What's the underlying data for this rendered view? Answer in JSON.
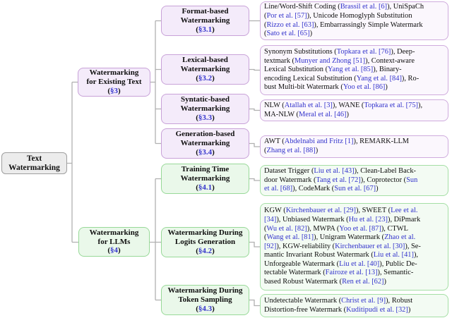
{
  "root": {
    "lines": [
      "Text",
      "Watermarking"
    ]
  },
  "branches": [
    {
      "lines": [
        "Watermarking",
        "for Existing Text"
      ],
      "section": [
        {
          "t": "("
        },
        {
          "t": "§3",
          "link": true
        },
        {
          "t": ")"
        }
      ]
    },
    {
      "lines": [
        "Watermarking",
        "for LLMs"
      ],
      "section": [
        {
          "t": "("
        },
        {
          "t": "§4",
          "link": true
        },
        {
          "t": ")"
        }
      ]
    }
  ],
  "categories": [
    {
      "lines": [
        "Format-based",
        "Watermarking"
      ],
      "section": [
        {
          "t": "("
        },
        {
          "t": "§3.1",
          "link": true
        },
        {
          "t": ")"
        }
      ]
    },
    {
      "lines": [
        "Lexical-based",
        "Watermarking"
      ],
      "section": [
        {
          "t": "("
        },
        {
          "t": "§3.2",
          "link": true
        },
        {
          "t": ")"
        }
      ]
    },
    {
      "lines": [
        "Syntatic-based",
        "Watermarking"
      ],
      "section": [
        {
          "t": "("
        },
        {
          "t": "§3.3",
          "link": true
        },
        {
          "t": ")"
        }
      ]
    },
    {
      "lines": [
        "Generation-based",
        "Watermarking"
      ],
      "section": [
        {
          "t": "("
        },
        {
          "t": "§3.4",
          "link": true
        },
        {
          "t": ")"
        }
      ]
    },
    {
      "lines": [
        "Training Time",
        "Watermarking"
      ],
      "section": [
        {
          "t": "("
        },
        {
          "t": "§4.1",
          "link": true
        },
        {
          "t": ")"
        }
      ]
    },
    {
      "lines": [
        "Watermarking During",
        "Logits Generation"
      ],
      "section": [
        {
          "t": "("
        },
        {
          "t": "§4.2",
          "link": true
        },
        {
          "t": ")"
        }
      ]
    },
    {
      "lines": [
        "Watermarking During",
        "Token Sampling"
      ],
      "section": [
        {
          "t": "("
        },
        {
          "t": "§4.3",
          "link": true
        },
        {
          "t": ")"
        }
      ]
    }
  ],
  "leaves": [
    {
      "segments": [
        {
          "t": "Line/Word-Shift Coding ("
        },
        {
          "t": "Brassil et al. [6]",
          "link": true
        },
        {
          "t": "), UniSpaCh\n("
        },
        {
          "t": "Por et al. [57]",
          "link": true
        },
        {
          "t": "), Unicode Homoglyph Substitution\n("
        },
        {
          "t": "Rizzo et al. [63]",
          "link": true
        },
        {
          "t": "), Embarrassingly Simple Watermark\n("
        },
        {
          "t": "Sato et al. [65]",
          "link": true
        },
        {
          "t": ")"
        }
      ]
    },
    {
      "segments": [
        {
          "t": "Synonym Substitutions ("
        },
        {
          "t": "Topkara et al. [76]",
          "link": true
        },
        {
          "t": "), Deep-\ntextmark ("
        },
        {
          "t": "Munyer and Zhong [51]",
          "link": true
        },
        {
          "t": "), Context-aware\nLexical Substitution ("
        },
        {
          "t": "Yang et al. [85]",
          "link": true
        },
        {
          "t": "), Binary-\nencoding Lexical Substitution ("
        },
        {
          "t": "Yang et al. [84]",
          "link": true
        },
        {
          "t": "), Ro-\nbust Multi-bit Watermark ("
        },
        {
          "t": "Yoo et al. [86]",
          "link": true
        },
        {
          "t": ")"
        }
      ]
    },
    {
      "segments": [
        {
          "t": "NLW ("
        },
        {
          "t": "Atallah et al. [3]",
          "link": true
        },
        {
          "t": "), WANE ("
        },
        {
          "t": "Topkara et al. [75]",
          "link": true
        },
        {
          "t": "),\nMA-NLW ("
        },
        {
          "t": "Meral et al. [46]",
          "link": true
        },
        {
          "t": ")"
        }
      ]
    },
    {
      "segments": [
        {
          "t": "AWT ("
        },
        {
          "t": "Abdelnabi and Fritz [1]",
          "link": true
        },
        {
          "t": "), REMARK-LLM\n("
        },
        {
          "t": "Zhang et al. [88]",
          "link": true
        },
        {
          "t": ")"
        }
      ]
    },
    {
      "segments": [
        {
          "t": "Dataset Trigger ("
        },
        {
          "t": "Liu et al. [43]",
          "link": true
        },
        {
          "t": "), Clean-Label Back-\ndoor Watermark ("
        },
        {
          "t": "Tang et al. [72]",
          "link": true
        },
        {
          "t": "), Coprotector ("
        },
        {
          "t": "Sun\net al. [68]",
          "link": true
        },
        {
          "t": "), CodeMark ("
        },
        {
          "t": "Sun et al. [67]",
          "link": true
        },
        {
          "t": ")"
        }
      ]
    },
    {
      "segments": [
        {
          "t": "KGW ("
        },
        {
          "t": "Kirchenbauer et al. [29]",
          "link": true
        },
        {
          "t": "), SWEET ("
        },
        {
          "t": "Lee et al.\n[34]",
          "link": true
        },
        {
          "t": "), Unbiased Watermark ("
        },
        {
          "t": "Hu et al. [23]",
          "link": true
        },
        {
          "t": "), DiPmark\n("
        },
        {
          "t": "Wu et al. [82]",
          "link": true
        },
        {
          "t": "), MWPA ("
        },
        {
          "t": "Yoo et al. [87]",
          "link": true
        },
        {
          "t": "), CTWL\n("
        },
        {
          "t": "Wang et al. [81]",
          "link": true
        },
        {
          "t": "), Unigram Watermark ("
        },
        {
          "t": "Zhao et al.\n[92]",
          "link": true
        },
        {
          "t": "), KGW-reliability ("
        },
        {
          "t": "Kirchenbauer et al. [30]",
          "link": true
        },
        {
          "t": "), Se-\nmantic Invariant Robust Watermark ("
        },
        {
          "t": "Liu et al. [41]",
          "link": true
        },
        {
          "t": "),\nUnforgeable Watermark ("
        },
        {
          "t": "Liu et al. [40]",
          "link": true
        },
        {
          "t": "), Public De-\ntectable Watermark ("
        },
        {
          "t": "Fairoze et al. [13]",
          "link": true
        },
        {
          "t": "), Semantic-\nbased Robust Watermark ("
        },
        {
          "t": "Ren et al. [62]",
          "link": true
        },
        {
          "t": ")"
        }
      ]
    },
    {
      "segments": [
        {
          "t": "Undetectable Watermark ("
        },
        {
          "t": "Christ et al. [9]",
          "link": true
        },
        {
          "t": "), Robust\nDistortion-free Watermark ("
        },
        {
          "t": "Kuditipudi et al. [32]",
          "link": true
        },
        {
          "t": ")"
        }
      ]
    }
  ],
  "colors": {
    "purple_border": "#c8a2d8",
    "purple_fill": "#f4ebfa",
    "purple_leaf_fill": "#fbf7fd",
    "green_border": "#98d998",
    "green_fill": "#eaf8ea",
    "green_leaf_fill": "#f3fbf3",
    "root_fill": "#ececec",
    "root_border": "#9e9e9e",
    "link_blue": "#3333cc",
    "connector_gray": "#b0b0b0"
  }
}
